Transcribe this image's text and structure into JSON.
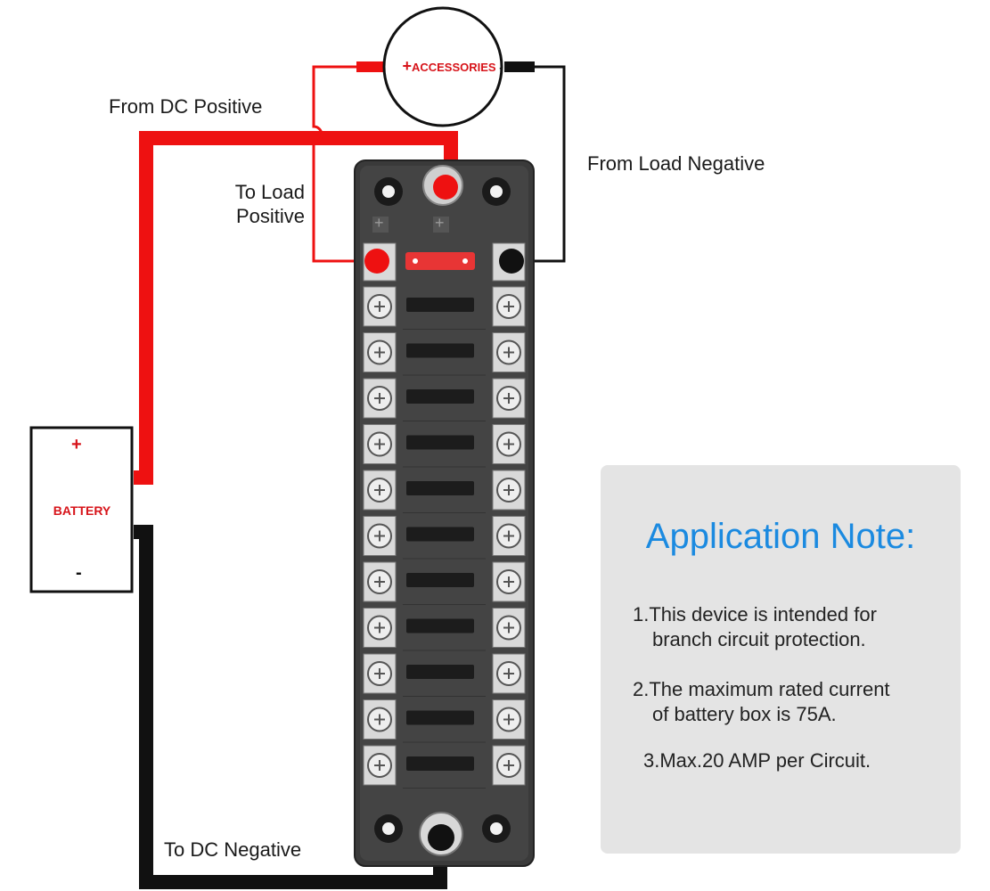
{
  "diagram": {
    "labels": {
      "from_dc_positive": "From DC Positive",
      "to_load_positive_line1": "To Load",
      "to_load_positive_line2": "Positive",
      "from_load_negative": "From Load Negative",
      "to_dc_negative": "To DC Negative"
    },
    "accessories": {
      "plus": "+",
      "label": "ACCESSORIES",
      "minus": "-"
    },
    "battery": {
      "plus": "+",
      "label": "BATTERY",
      "minus": "-"
    },
    "fuse_block": {
      "circuits": 12,
      "terminal_marks": [
        "+",
        "+"
      ]
    },
    "colors": {
      "positive_wire": "#ee1111",
      "negative_wire": "#111111",
      "label_red": "#d7141a",
      "note_title_blue": "#1b8ae0",
      "note_panel_bg": "#e4e4e4"
    }
  },
  "application_note": {
    "title": "Application Note:",
    "items": [
      {
        "line1": "1.This device is intended for",
        "line2": "branch circuit protection."
      },
      {
        "line1": "2.The maximum rated current",
        "line2": "of battery box is 75A."
      },
      {
        "line1": "3.Max.20 AMP per Circuit.",
        "line2": ""
      }
    ]
  }
}
